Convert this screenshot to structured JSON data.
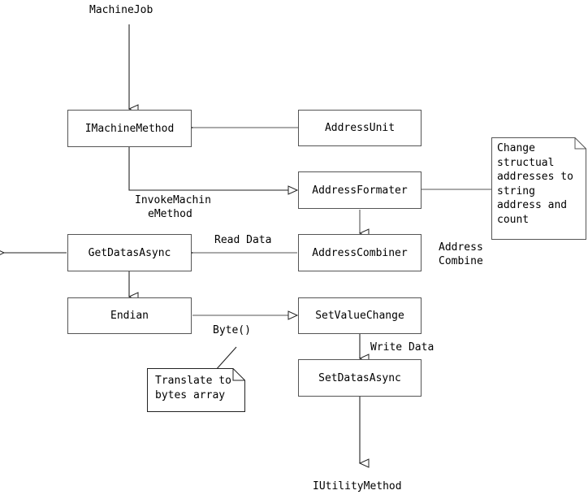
{
  "diagram": {
    "title_top": "MachineJob",
    "title_bottom": "IUtilityMethod",
    "nodes": {
      "machine_method": "IMachineMethod",
      "address_unit": "AddressUnit",
      "address_formater": "AddressFormater",
      "address_combiner": "AddressCombiner",
      "get_datas_async": "GetDatasAsync",
      "endian": "Endian",
      "set_value_change": "SetValueChange",
      "set_datas_async": "SetDatasAsync"
    },
    "notes": {
      "address_note": "Change structual addresses to string address and count",
      "bytes_note": "Translate to bytes array"
    },
    "labels": {
      "invoke_machine_method_line1": "InvokeMachin",
      "invoke_machine_method_line2": "eMethod",
      "read_data": "Read Data",
      "byte_call": "Byte()",
      "write_data": "Write Data",
      "address_combine_line1": "Address",
      "address_combine_line2": "Combine"
    },
    "colors": {
      "background": "#ffffff",
      "stroke": "#555555",
      "text": "#000000"
    }
  }
}
